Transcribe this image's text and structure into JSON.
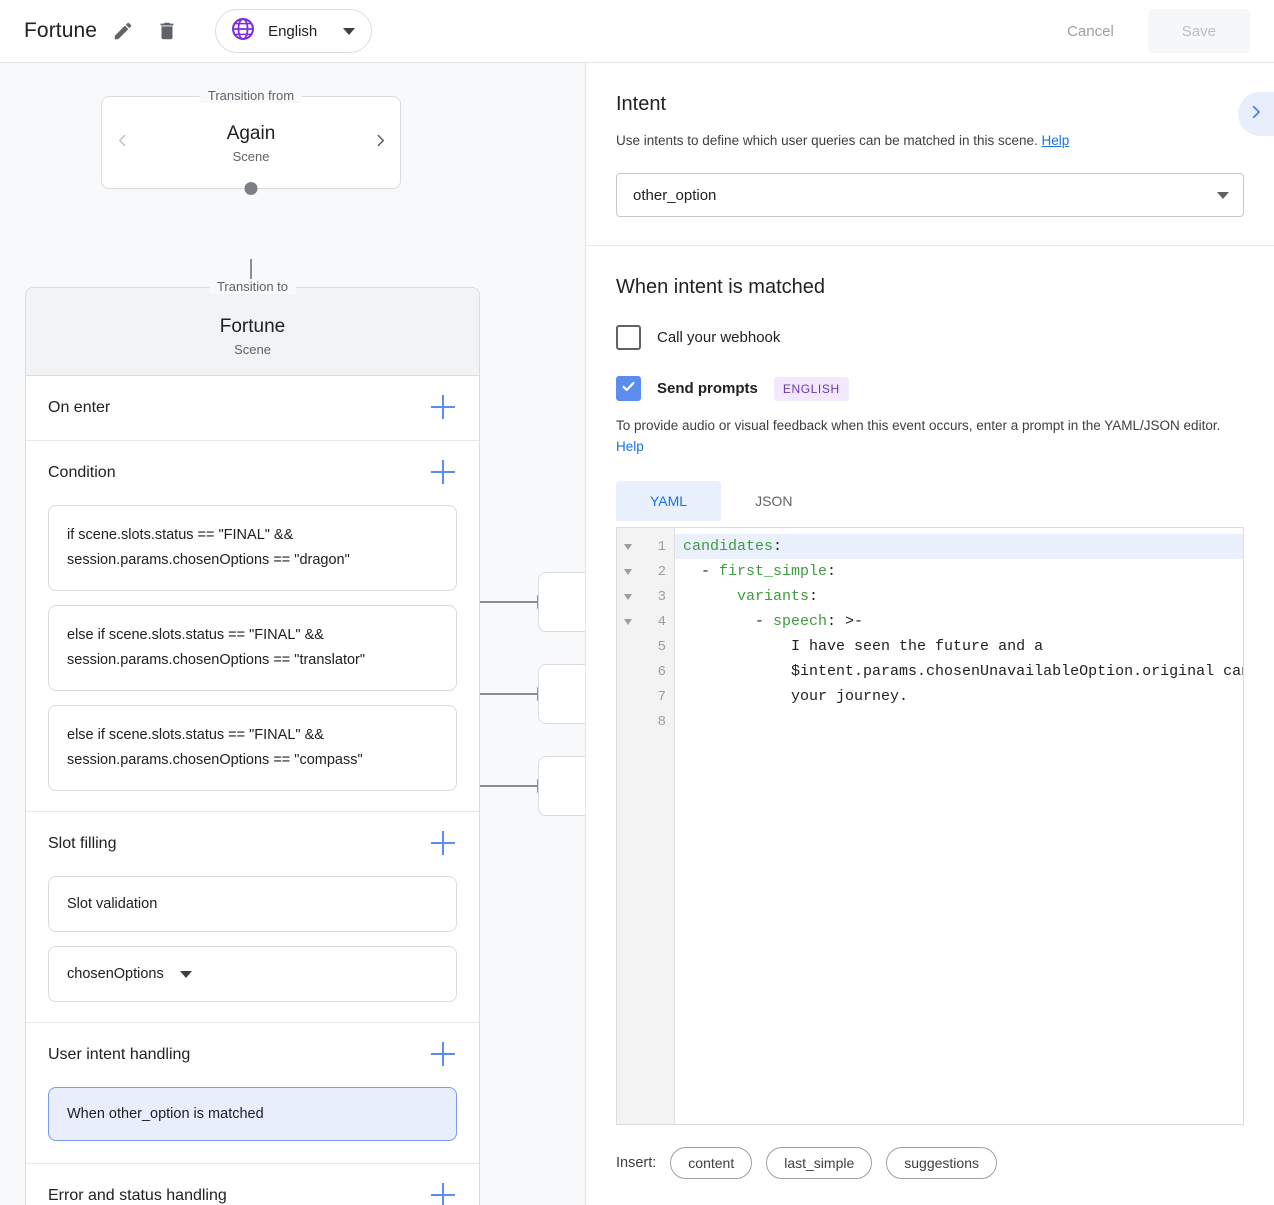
{
  "topbar": {
    "title": "Fortune",
    "edit_icon": "pencil-icon",
    "delete_icon": "trash-icon",
    "language": "English",
    "globe_icon": "globe-icon",
    "cancel_label": "Cancel",
    "save_label": "Save"
  },
  "canvas": {
    "transition_from_legend": "Transition from",
    "from_scene_name": "Again",
    "from_scene_type": "Scene",
    "transition_to_legend": "Transition to",
    "to_scene_name": "Fortune",
    "to_scene_type": "Scene",
    "sections": {
      "on_enter": "On enter",
      "condition": "Condition",
      "slot_filling": "Slot filling",
      "user_intent_handling": "User intent handling",
      "error_status_handling": "Error and status handling"
    },
    "conditions": [
      {
        "line1": "if scene.slots.status == \"FINAL\" &&",
        "line2": "session.params.chosenOptions == \"dragon\""
      },
      {
        "line1": "else if scene.slots.status == \"FINAL\" &&",
        "line2": "session.params.chosenOptions == \"translator\""
      },
      {
        "line1": "else if scene.slots.status == \"FINAL\" &&",
        "line2": "session.params.chosenOptions == \"compass\""
      }
    ],
    "slot_filling_items": [
      {
        "label": "Slot validation",
        "has_caret": false
      },
      {
        "label": "chosenOptions",
        "has_caret": true
      }
    ],
    "user_intent_items": [
      {
        "label": "When other_option is matched"
      }
    ]
  },
  "panel": {
    "intent": {
      "heading": "Intent",
      "description_before": "Use intents to define which user queries can be matched in this scene. ",
      "help_label": "Help",
      "selected_intent": "other_option",
      "expand_icon": "chevron-right-icon"
    },
    "matched": {
      "heading": "When intent is matched",
      "webhook_label": "Call your webhook",
      "webhook_checked": false,
      "prompts_label": "Send prompts",
      "prompts_checked": true,
      "language_badge": "ENGLISH",
      "helper_before": "To provide audio or visual feedback when this event occurs, enter a prompt in the YAML/JSON editor. ",
      "helper_help": "Help"
    },
    "editor": {
      "tabs": [
        {
          "label": "YAML",
          "active": true
        },
        {
          "label": "JSON",
          "active": false
        }
      ],
      "line_numbers": [
        "1",
        "2",
        "3",
        "4",
        "5",
        "6",
        "7",
        "8"
      ],
      "fold_lines": [
        1,
        2,
        3,
        4
      ],
      "active_line": 1,
      "lines": [
        {
          "key": "candidates",
          "punct": ":",
          "indent": 0,
          "dash": false,
          "plain": ""
        },
        {
          "key": "first_simple",
          "punct": ":",
          "indent": 2,
          "dash": true,
          "plain": ""
        },
        {
          "key": "variants",
          "punct": ":",
          "indent": 6,
          "dash": false,
          "plain": ""
        },
        {
          "key": "speech",
          "punct": ": >-",
          "indent": 8,
          "dash": true,
          "plain": ""
        },
        {
          "key": "",
          "punct": "",
          "indent": 12,
          "dash": false,
          "plain": "I have seen the future and a"
        },
        {
          "key": "",
          "punct": "",
          "indent": 12,
          "dash": false,
          "plain": "$intent.params.chosenUnavailableOption.original cannot help"
        },
        {
          "key": "",
          "punct": "",
          "indent": 12,
          "dash": false,
          "plain": "your journey."
        },
        {
          "key": "",
          "punct": "",
          "indent": 0,
          "dash": false,
          "plain": ""
        }
      ],
      "insert_label": "Insert:",
      "insert_chips": [
        "content",
        "last_simple",
        "suggestions"
      ]
    }
  },
  "colors": {
    "accent_blue": "#1a73e8",
    "plus_blue": "#5b8dee",
    "selected_bg": "#e8eefc",
    "badge_purple": "#6a3ab2",
    "yaml_key_green": "#3f9b3f",
    "canvas_bg": "#f7f9fa"
  }
}
